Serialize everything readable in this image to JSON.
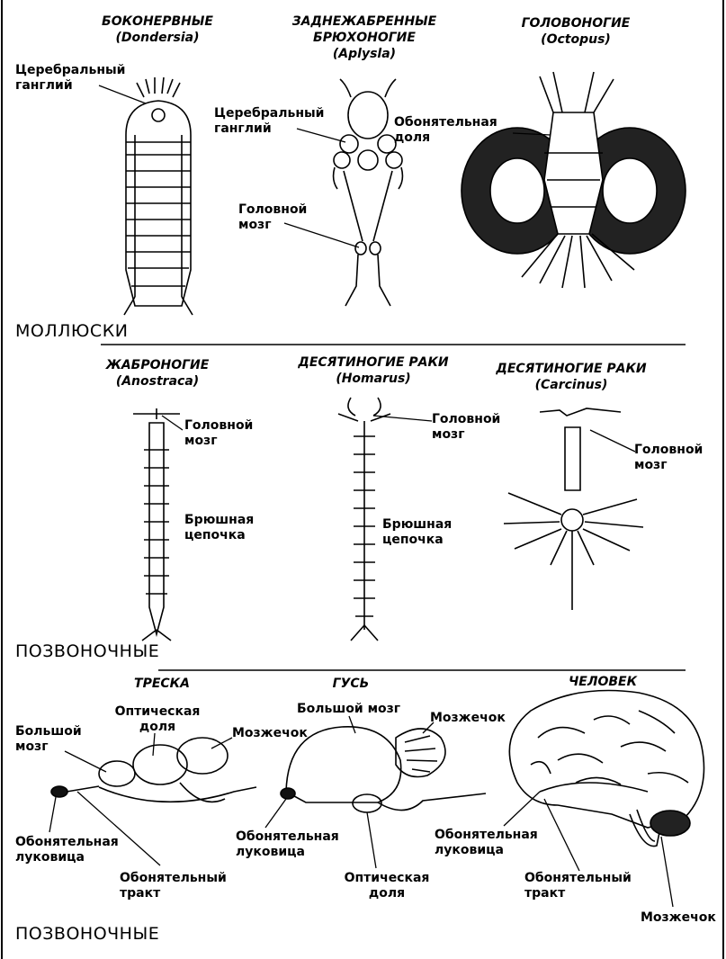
{
  "sections": {
    "molluscs": "МОЛЛЮСКИ",
    "vertebrates_1": "ПОЗВОНОЧНЫЕ",
    "vertebrates_2": "ПОЗВОНОЧНЫЕ"
  },
  "molluscs": {
    "dondersia": {
      "title": "БОКОНЕРВНЫЕ",
      "latin": "(Dondersia)",
      "label_ganglion": [
        "Церебральный",
        "ганглий"
      ]
    },
    "aplysia": {
      "title": [
        "ЗАДНЕЖАБРЕННЫЕ",
        "БРЮХОНОГИЕ"
      ],
      "latin": "(Aplysla)",
      "label_ganglion": [
        "Церебральный",
        "ганглий"
      ],
      "label_brain": [
        "Головной",
        "мозг"
      ]
    },
    "octopus": {
      "title": "ГОЛОВОНОГИЕ",
      "latin": "(Octopus)",
      "label_olfactory": [
        "Обонятельная",
        "доля"
      ]
    }
  },
  "arthropods": {
    "anostraca": {
      "title": "ЖАБРОНОГИЕ",
      "latin": "(Anostraca)",
      "label_brain": [
        "Головной",
        "мозг"
      ],
      "label_chain": [
        "Брюшная",
        "цепочка"
      ]
    },
    "homarus": {
      "title": "ДЕСЯТИНОГИЕ РАКИ",
      "latin": "(Homarus)",
      "label_brain": [
        "Головной",
        "мозг"
      ],
      "label_chain": [
        "Брюшная",
        "цепочка"
      ]
    },
    "carcinus": {
      "title": "ДЕСЯТИНОГИЕ РАКИ",
      "latin": "(Carcinus)",
      "label_brain": [
        "Головной",
        "мозг"
      ]
    }
  },
  "vertebrates": {
    "cod": {
      "title": "ТРЕСКА",
      "label_cerebrum": [
        "Большой",
        "мозг"
      ],
      "label_optic": [
        "Оптическая",
        "доля"
      ],
      "label_cerebellum": "Мозжечок",
      "label_bulb": [
        "Обонятельная",
        "луковица"
      ],
      "label_tract": [
        "Обонятельный",
        "тракт"
      ]
    },
    "goose": {
      "title": "ГУСЬ",
      "label_cerebrum": "Большой мозг",
      "label_cerebellum": "Мозжечок",
      "label_bulb": [
        "Обонятельная",
        "луковица"
      ],
      "label_optic": [
        "Оптическая",
        "доля"
      ]
    },
    "human": {
      "title": "ЧЕЛОВЕК",
      "label_bulb": [
        "Обонятельная",
        "луковица"
      ],
      "label_tract": [
        "Обонятельный",
        "тракт"
      ],
      "label_cerebellum": "Мозжечок"
    }
  },
  "colors": {
    "ink": "#000000",
    "paper": "#ffffff"
  }
}
